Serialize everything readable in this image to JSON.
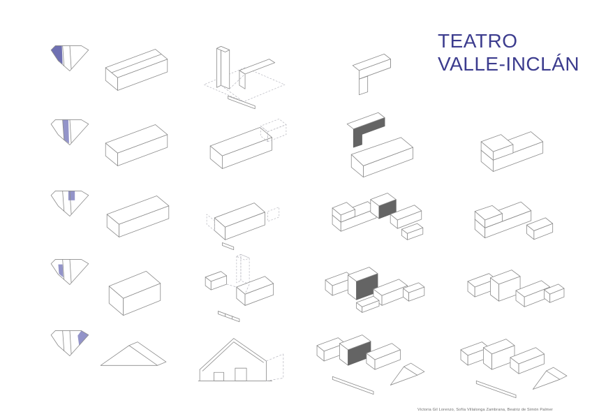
{
  "page": {
    "title_line1": "TEATRO",
    "title_line2": "VALLE-INCLÁN",
    "credits": "Victoria Gil Lorenzo, Sofía Villalonga Zambrana, Beatriz de Simón Palmer"
  },
  "colors": {
    "title": "#3c3c8e",
    "highlight": "#9394c9",
    "highlight_strong": "#6f70b2",
    "dark_face": "#646464",
    "line": "#8c8c8c"
  },
  "grid": {
    "columns": [
      "key-plan",
      "primary-volume",
      "construction-axonometric",
      "assembly-axonometric",
      "final-massing"
    ],
    "rows": [
      {
        "step": 1,
        "drawings": [
          "key-plan-highlight-left",
          "long-bar-volume",
          "exploded-axonometric-with-tower",
          "roof-corner-piece"
        ]
      },
      {
        "step": 2,
        "drawings": [
          "key-plan-highlight-second-bay",
          "long-bar-volume",
          "bar-volume-with-ghost-box",
          "roof-piece-over-bar-shaded",
          "merged-bar-massing"
        ]
      },
      {
        "step": 3,
        "drawings": [
          "key-plan-highlight-centre-bay",
          "long-bar-volume",
          "bar-volume-with-attachments",
          "stepped-massing-shaded-face",
          "stepped-massing"
        ]
      },
      {
        "step": 4,
        "drawings": [
          "key-plan-highlight-inner-bay",
          "tall-block-volume",
          "exploded-axonometric-with-ghost-tower",
          "clustered-massing-shaded-face",
          "clustered-massing"
        ]
      },
      {
        "step": 5,
        "drawings": [
          "key-plan-highlight-right-bay",
          "gable-roof-volume",
          "roof-section-profile",
          "full-massing-shaded-face",
          "final-full-massing"
        ]
      }
    ]
  }
}
